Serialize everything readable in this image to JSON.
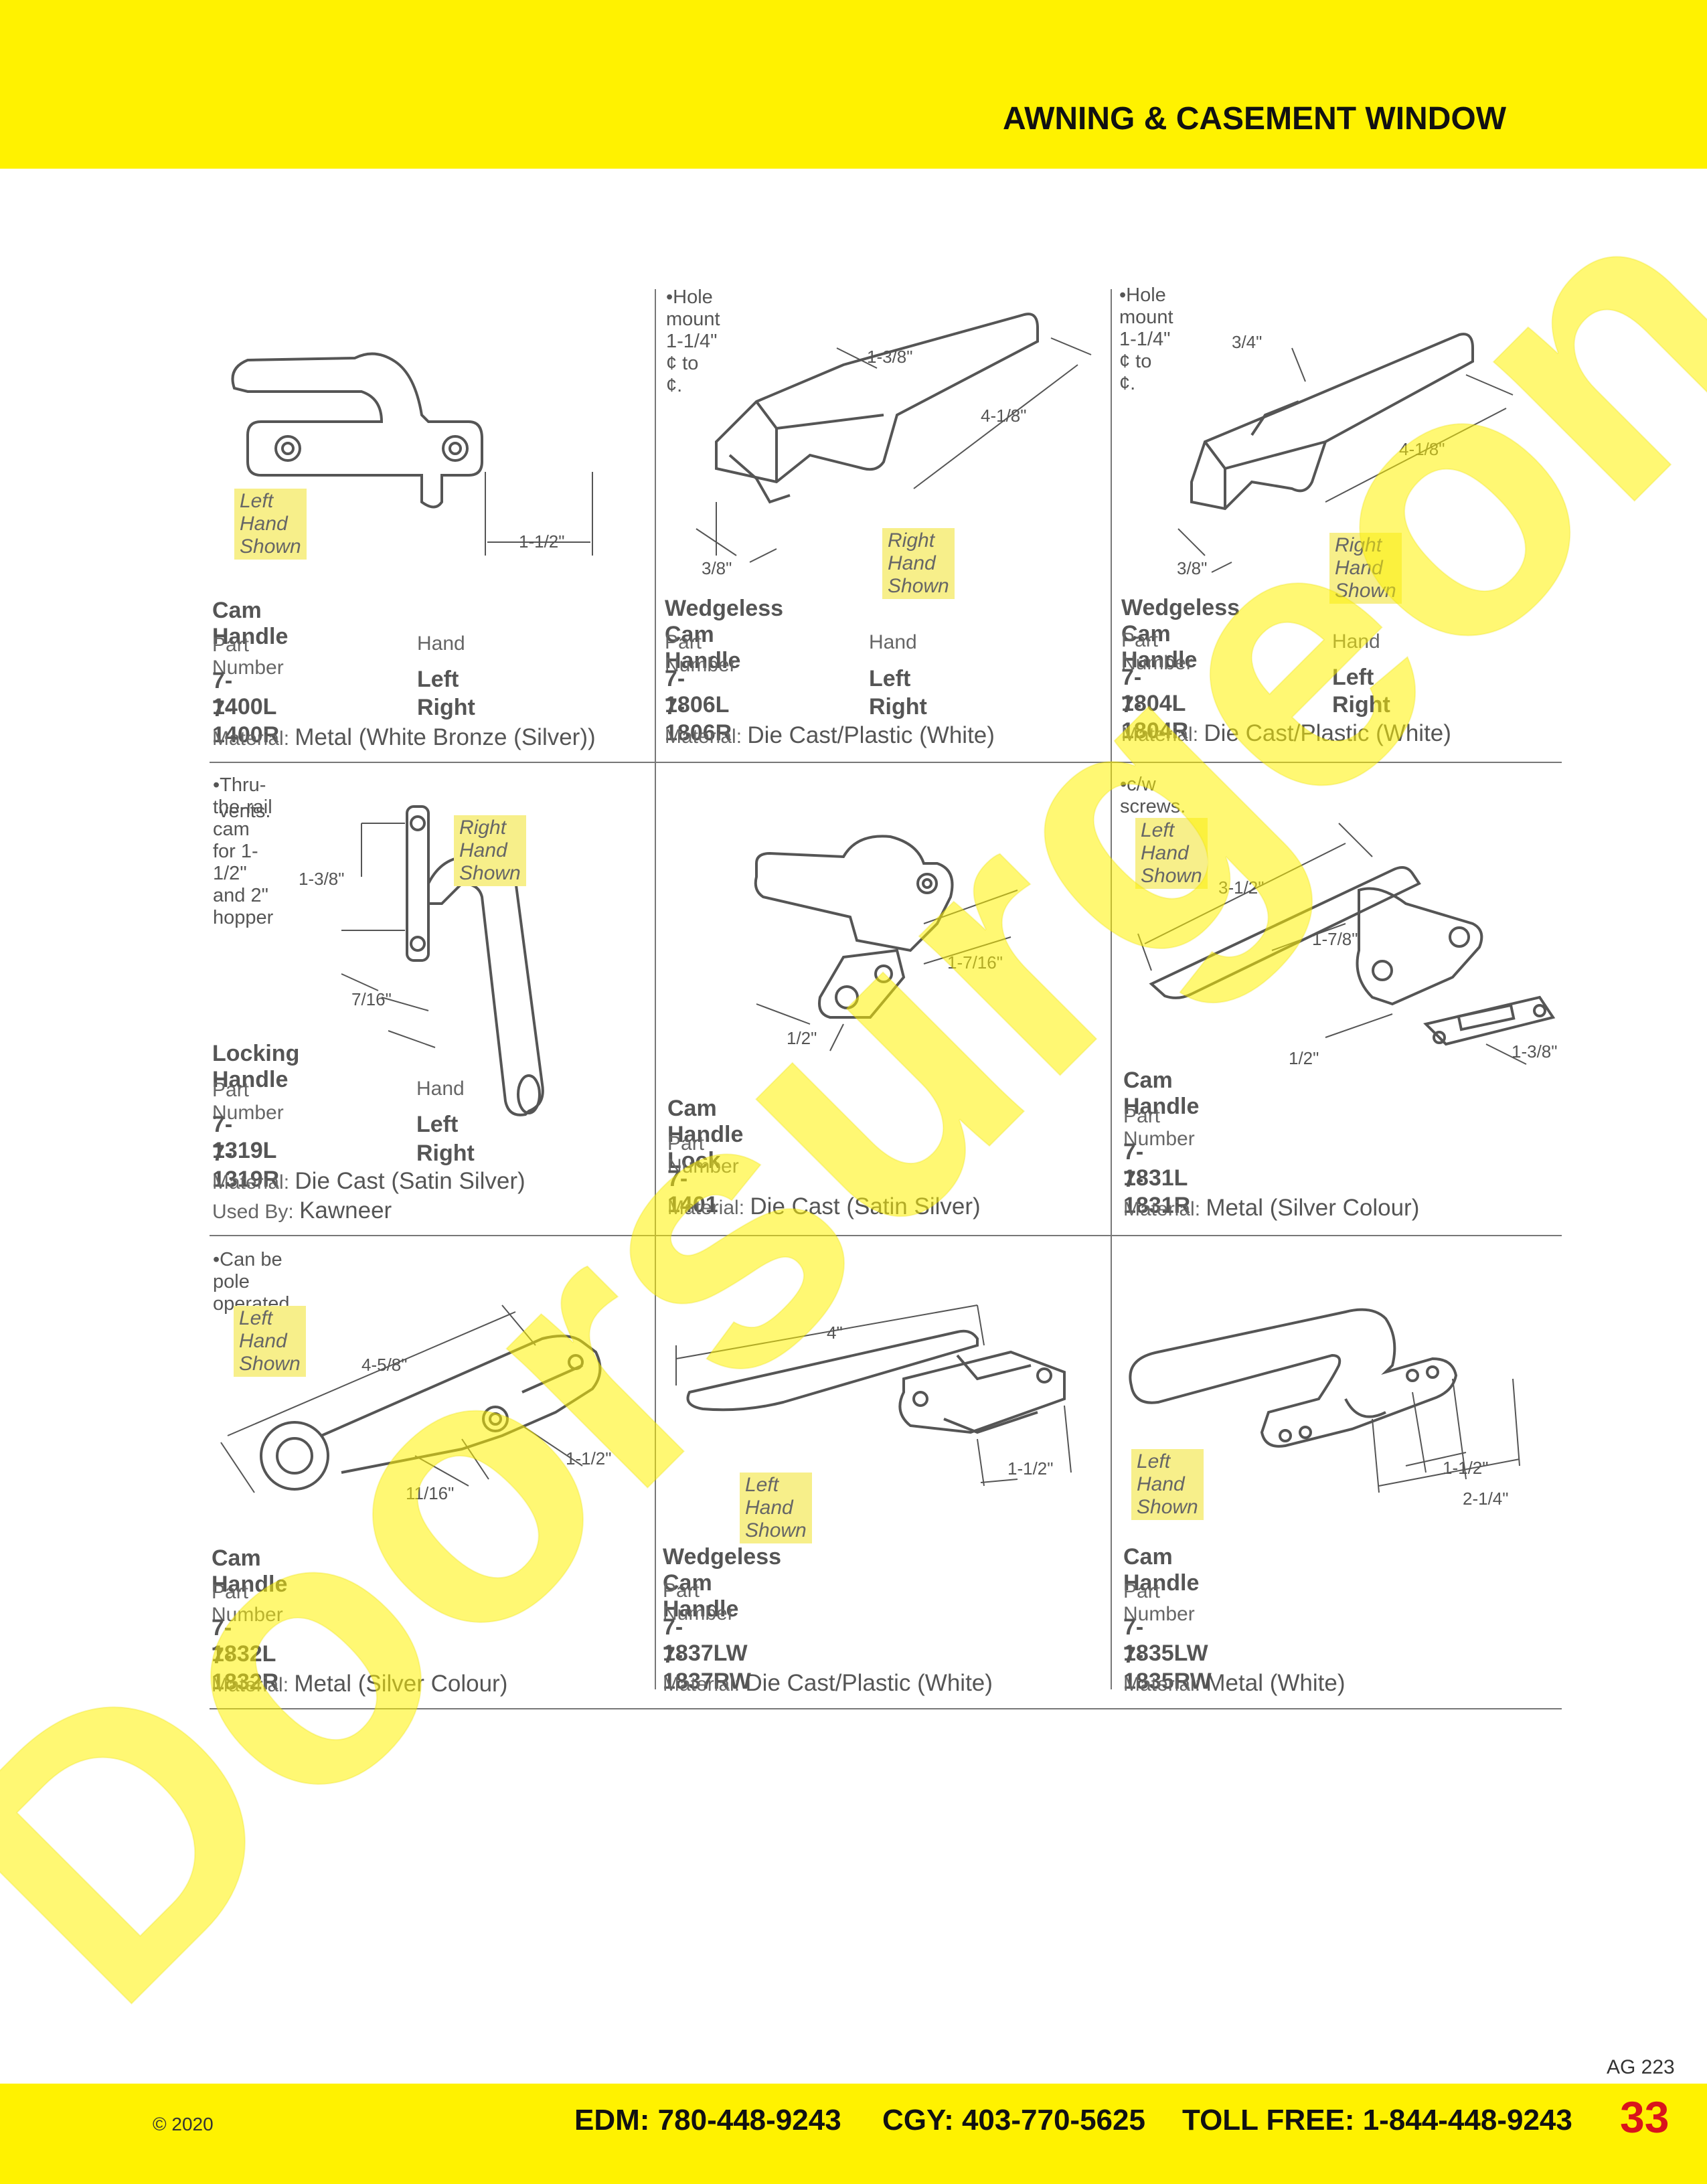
{
  "header": {
    "title": "AWNING & CASEMENT WINDOW"
  },
  "watermark": {
    "text": "Doorsurgeon.com",
    "color": "#fff200"
  },
  "labels": {
    "part_number": "Part Number",
    "hand": "Hand",
    "material": "Material:",
    "used_by": "Used By:"
  },
  "cells": [
    {
      "note": "",
      "highlight": "Left Hand Shown",
      "dims": [
        "1-1/2\""
      ],
      "name": "Cam Handle",
      "show_hand": true,
      "parts": [
        {
          "pn": "7-1400L",
          "hand": "Left"
        },
        {
          "pn": "7-1400R",
          "hand": "Right"
        }
      ],
      "material": "Metal (White Bronze (Silver))"
    },
    {
      "note": "•Hole mount 1-1/4\" ¢ to ¢.",
      "highlight": "Right Hand Shown",
      "dims": [
        "1-3/8\"",
        "4-1/8\"",
        "3/8\""
      ],
      "name": "Wedgeless Cam Handle",
      "show_hand": true,
      "parts": [
        {
          "pn": "7-1806L",
          "hand": "Left"
        },
        {
          "pn": "7-1806R",
          "hand": "Right"
        }
      ],
      "material": "Die Cast/Plastic (White)"
    },
    {
      "note": "•Hole mount  1-1/4\" ¢ to ¢.",
      "highlight": "Right Hand Shown",
      "dims": [
        "3/4\"",
        "4-1/8\"",
        "3/8\""
      ],
      "name": "Wedgeless Cam Handle",
      "show_hand": true,
      "parts": [
        {
          "pn": "7-1804L",
          "hand": "Left"
        },
        {
          "pn": "7-1804R",
          "hand": "Right"
        }
      ],
      "material": "Die Cast/Plastic (White)"
    },
    {
      "note": "•Thru-the-rail cam for 1-1/2\" and 2\" hopper",
      "note2": "vents.",
      "highlight": "Right Hand Shown",
      "dims": [
        "1-3/8\"",
        "7/16\""
      ],
      "name": "Locking Handle",
      "show_hand": true,
      "parts": [
        {
          "pn": "7-1319L",
          "hand": "Left"
        },
        {
          "pn": "7-1319R",
          "hand": "Right"
        }
      ],
      "material": "Die Cast (Satin Silver)",
      "used_by": "Kawneer"
    },
    {
      "note": "",
      "highlight": "",
      "dims": [
        "1-7/16\"",
        "1/2\""
      ],
      "name": "Cam Handle Lock",
      "show_hand": false,
      "parts": [
        {
          "pn": "7-1401",
          "hand": ""
        }
      ],
      "material": "Die Cast (Satin Silver)"
    },
    {
      "note": "•c/w screws.",
      "highlight": "Left Hand Shown",
      "dims": [
        "3-1/2\"",
        "1-7/8\"",
        "1/2\"",
        "1-3/8\""
      ],
      "name": "Cam Handle",
      "show_hand": false,
      "parts": [
        {
          "pn": "7-1831L",
          "hand": ""
        },
        {
          "pn": "7-1831R",
          "hand": ""
        }
      ],
      "material": "Metal (Silver Colour)"
    },
    {
      "note": "•Can be pole operated.",
      "highlight": "Left Hand Shown",
      "dims": [
        "4-5/8\"",
        "1-1/2\"",
        "11/16\""
      ],
      "name": "Cam Handle",
      "show_hand": false,
      "parts": [
        {
          "pn": "7-1832L",
          "hand": ""
        },
        {
          "pn": "7-1832R",
          "hand": ""
        }
      ],
      "material": "Metal (Silver Colour)"
    },
    {
      "note": "",
      "highlight": "Left Hand Shown",
      "dims": [
        "4\"",
        "1-1/2\""
      ],
      "name": "Wedgeless Cam Handle",
      "show_hand": false,
      "parts": [
        {
          "pn": "7-1837LW",
          "hand": ""
        },
        {
          "pn": "7-1837RW",
          "hand": ""
        }
      ],
      "material": "Die Cast/Plastic (White)"
    },
    {
      "note": "",
      "highlight": "Left Hand Shown",
      "dims": [
        "1-1/2\"",
        "2-1/4\""
      ],
      "name": "Cam Handle",
      "show_hand": false,
      "parts": [
        {
          "pn": "7-1835LW",
          "hand": ""
        },
        {
          "pn": "7-1835RW",
          "hand": ""
        }
      ],
      "material": "Metal (White)"
    }
  ],
  "footer": {
    "code": "AG 223",
    "copyright": "© 2020",
    "edm": "EDM: 780-448-9243",
    "cgy": "CGY: 403-770-5625",
    "tollfree": "TOLL FREE: 1-844-448-9243",
    "page": "33"
  }
}
